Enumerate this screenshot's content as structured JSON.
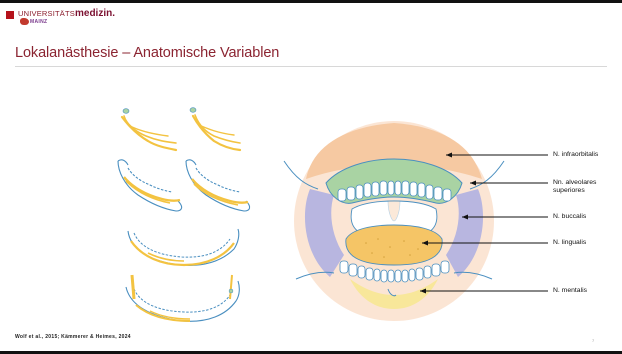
{
  "header": {
    "university": "UNIVERSITÄTS",
    "university_bold": "medizin.",
    "sublogo": "MAINZ"
  },
  "slide": {
    "title": "Lokalanästhesie – Anatomische Variablen",
    "citation": "Wolf et al., 2015; Kämmerer & Heimes, 2024",
    "page_number": "7"
  },
  "labels": {
    "infraorbitalis": "N. infraorbitalis",
    "alveolares_line1": "Nn. alveolares",
    "alveolares_line2": "superiores",
    "buccalis": "N. buccalis",
    "lingualis": "N. lingualis",
    "mentalis": "N. mentalis"
  },
  "colors": {
    "title": "#8b2431",
    "nerve_yellow": "#f3c341",
    "outline_blue": "#4a8fc0",
    "zone_orange": "#f6c9a2",
    "zone_green": "#a9d3a3",
    "zone_purple": "#b8b6e0",
    "zone_blue": "#bcd6ee",
    "zone_yellow": "#f8e79a"
  }
}
